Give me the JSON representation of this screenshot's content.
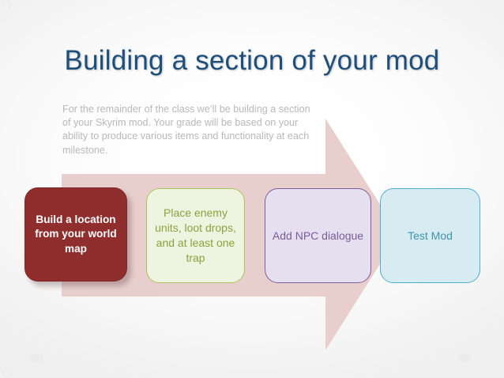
{
  "slide": {
    "title": "Building a section of your mod",
    "body_text": "For the remainder of the class we’ll be building a section of your Skyrim mod. Your grade will be based on your ability to produce various items and functionality at each milestone.",
    "title_color": "#1f4e79",
    "body_color": "#b9b9b9",
    "background_color": "#f7f7f7"
  },
  "arrow": {
    "name": "right-pointing-process-arrow",
    "fill_color": "#e8cfcd",
    "direction": "right"
  },
  "milestones": [
    {
      "label": "Build a location from your world map",
      "fill_color": "#8f2e2c",
      "border_color": "#7d2826",
      "text_color": "#ffffff"
    },
    {
      "label": "Place enemy units, loot drops, and at least one trap",
      "fill_color": "#eef4e0",
      "border_color": "#a9c35b",
      "text_color": "#8aa33f"
    },
    {
      "label": "Add NPC dialogue",
      "fill_color": "#e6dff0",
      "border_color": "#7f5ba0",
      "text_color": "#7a5b9c"
    },
    {
      "label": "Test Mod",
      "fill_color": "#d7ebf2",
      "border_color": "#4eaecb",
      "text_color": "#3f93ad"
    }
  ]
}
